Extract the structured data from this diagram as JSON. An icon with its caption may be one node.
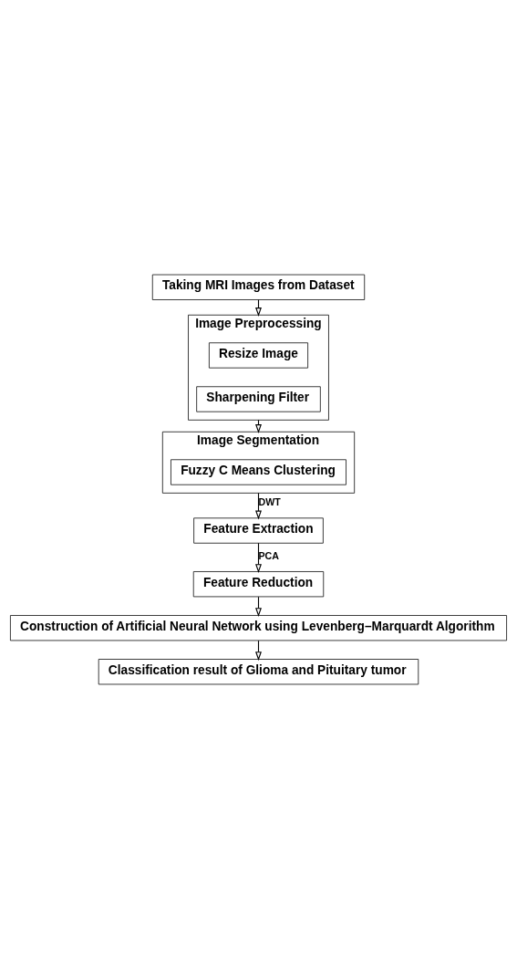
{
  "diagram": {
    "nodes": [
      {
        "text": [
          "Taking MRI Images from Dataset"
        ]
      },
      {
        "text": [
          "Image Preprocessing"
        ]
      },
      {
        "text": [
          "Resize Image"
        ],
        "in": 1
      },
      {
        "text": [
          "Sharpening Filter"
        ],
        "in": 1
      },
      {
        "text": [
          "Image Segmentation"
        ]
      },
      {
        "text": [
          "Fuzzy C Means Clustering"
        ],
        "in": 4
      },
      {
        "text": [
          "Feature Extraction"
        ]
      },
      {
        "text": [
          "Feature Reduction"
        ]
      },
      {
        "text": [
          "Construction of Artificial Neural Network using Levenberg–Marquardt Algorithm"
        ]
      },
      {
        "text": [
          "Classification result of Glioma and Pituitary tumor"
        ]
      }
    ],
    "edges": [
      {
        "from": 0,
        "to": 1,
        "arrow": "to"
      },
      {
        "from": 1,
        "to": 4,
        "arrow": "to"
      },
      {
        "from": 4,
        "to": 6,
        "arrow": "to",
        "label": "DWT"
      },
      {
        "from": 6,
        "to": 7,
        "arrow": "to",
        "label": "PCA"
      },
      {
        "from": 7,
        "to": 8,
        "arrow": "to"
      },
      {
        "from": 8,
        "to": 9,
        "arrow": "to"
      }
    ]
  }
}
